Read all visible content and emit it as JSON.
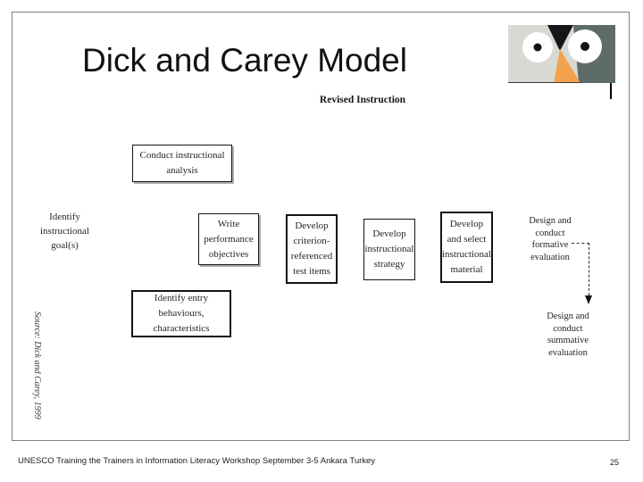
{
  "slide": {
    "title": "Dick and Carey Model",
    "footer": "UNESCO Training the Trainers in Information Literacy Workshop September 3-5 Ankara Turkey",
    "page_number": "25",
    "source_note": "Source: Dick and Carey, 1999"
  },
  "diagram": {
    "heading": "Revised Instruction",
    "nodes": {
      "identify_goal": "Identify\ninstructional\ngoal(s)",
      "conduct_analysis": "Conduct instructional\nanalysis",
      "identify_entry": "Identify entry\nbehaviours,\ncharacteristics",
      "write_objectives": "Write\nperformance\nobjectives",
      "develop_criterion": "Develop\ncriterion-\nreferenced\ntest items",
      "develop_strategy": "Develop\ninstructional\nstrategy",
      "develop_material": "Develop\nand select\ninstructional\nmaterial",
      "formative_evaluation": "Design and\nconduct\nformative\nevaluation",
      "summative_evaluation": "Design and\nconduct\nsummative\nevaluation"
    }
  },
  "logo": {
    "colors": {
      "left_face": "#d6dad3",
      "right_face": "#5e6c69",
      "crest": "#15151a",
      "beak": "#f2a24f",
      "eye": "#ffffff",
      "pupil": "#121212"
    }
  },
  "colors": {
    "slide_border": "#828282",
    "box_border": "#141414"
  }
}
